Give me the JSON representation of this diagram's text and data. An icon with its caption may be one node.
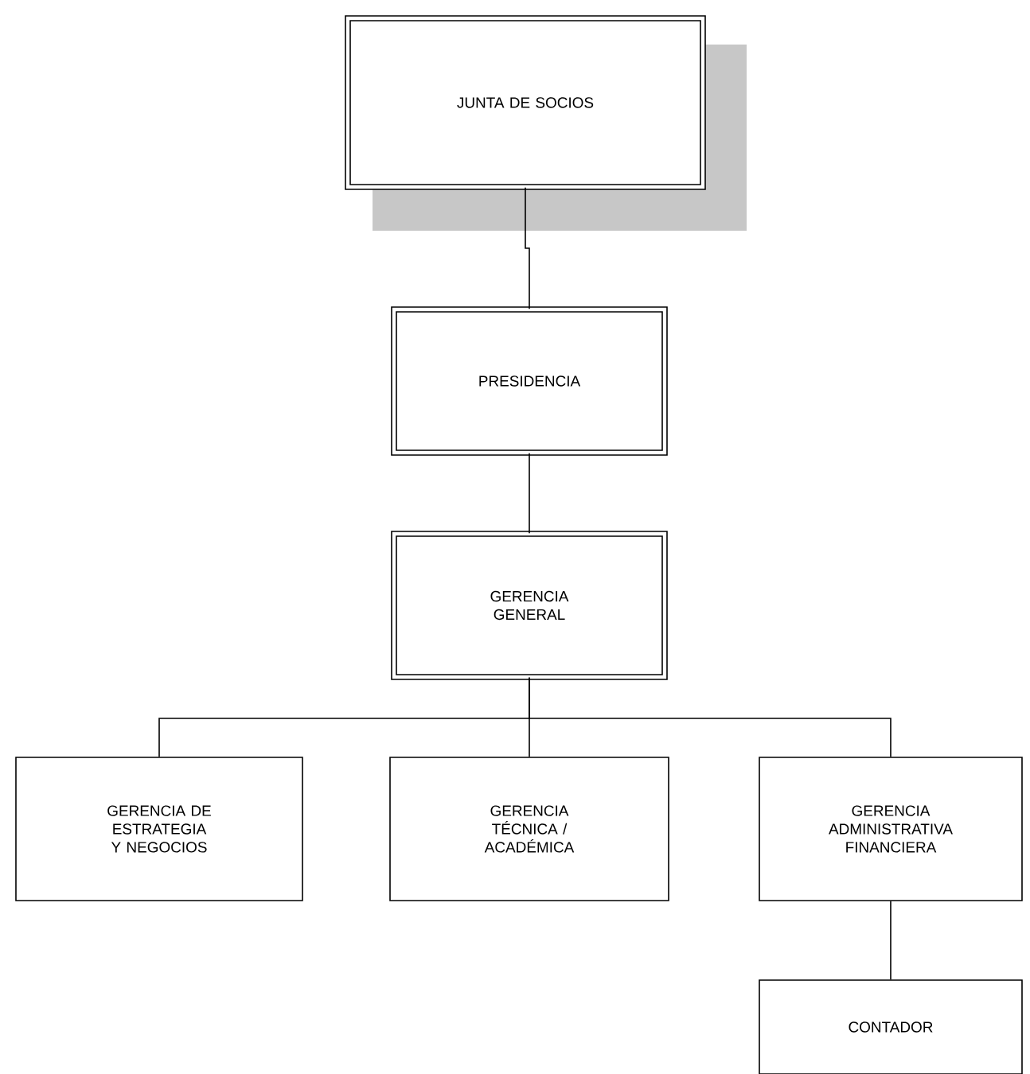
{
  "diagram": {
    "nodes": [
      {
        "text": [
          "JUNTA DE SOCIOS"
        ]
      },
      {
        "text": [
          "PRESIDENCIA"
        ]
      },
      {
        "text": [
          "GERENCIA GENERAL"
        ]
      },
      {
        "text": [
          "GERENCIA DE ESTRATEGIA Y NEGOCIOS"
        ]
      },
      {
        "text": [
          "GERENCIA TÉCNICA / ACADÉMICA"
        ]
      },
      {
        "text": [
          "GERENCIA ADMINISTRATIVA FINANCIERA"
        ]
      },
      {
        "text": [
          "CONTADOR"
        ]
      }
    ],
    "edges": [
      {
        "from": 0,
        "to": 1,
        "arrow": "none"
      },
      {
        "from": 1,
        "to": 2,
        "arrow": "none"
      },
      {
        "from": 2,
        "to": 3,
        "arrow": "none"
      },
      {
        "from": 2,
        "to": 4,
        "arrow": "none"
      },
      {
        "from": 2,
        "to": 5,
        "arrow": "none"
      },
      {
        "from": 5,
        "to": 6,
        "arrow": "none"
      }
    ]
  }
}
